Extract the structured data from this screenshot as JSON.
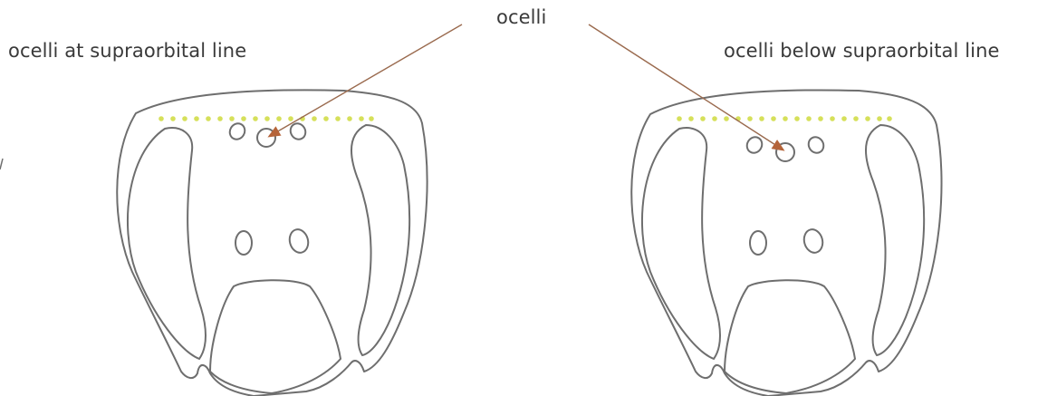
{
  "labels": {
    "left_caption": "ocelli at supraorbital line",
    "right_caption": "ocelli below supraorbital line",
    "pointer_caption": "ocelli"
  },
  "colors": {
    "outline": "#6e6e6e",
    "supraorbital_dots": "#d6e05a",
    "arrow": "#b5643a",
    "text": "#3a3a3a"
  }
}
